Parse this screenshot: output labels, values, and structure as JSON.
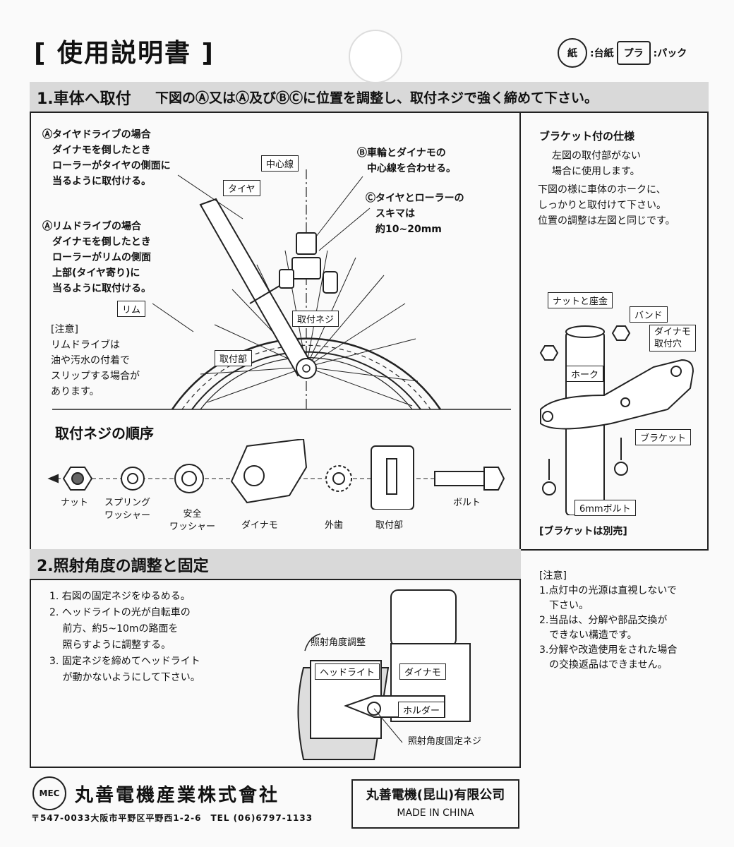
{
  "header": {
    "title": "[ 使用説明書 ]",
    "recycle": {
      "paper_mark": "紙",
      "paper_label": ":台紙",
      "plastic_mark": "プラ",
      "plastic_label": ":パック"
    }
  },
  "section1": {
    "title": "1.車体へ取付",
    "description": "下図のⒶ又はⒶ及びⒷⒸに位置を調整し、取付ネジで強く締めて下さい。",
    "note_a1": "Ⓐタイヤドライブの場合\n　ダイナモを倒したとき\n　ローラーがタイヤの側面に\n　当るように取付ける。",
    "note_a2": "Ⓐリムドライブの場合\n　ダイナモを倒したとき\n　ローラーがリムの側面\n　上部(タイヤ寄り)に\n　当るように取付ける。",
    "note_b": "Ⓑ車輪とダイナモの\n　中心線を合わせる。",
    "note_c": "Ⓒタイヤとローラーの\n　スキマは\n　約10~20mm",
    "caution": "[注意]\nリムドライブは\n油や汚水の付着で\nスリップする場合が\nあります。",
    "labels": {
      "center": "中心線",
      "tire": "タイヤ",
      "rim": "リム",
      "screw": "取付ネジ",
      "mount": "取付部"
    },
    "order_title": "取付ネジの順序",
    "order_items": [
      "ナット",
      "スプリング\nワッシャー",
      "安全\nワッシャー",
      "ダイナモ",
      "外歯",
      "取付部",
      "ボルト"
    ]
  },
  "bracket": {
    "title": "ブラケット付の仕様",
    "paren": "左図の取付部がない\n場合に使用します。",
    "body": "下図の様に車体のホークに、\nしっかりと取付けて下さい。\n位置の調整は左図と同じです。",
    "labels": {
      "nut": "ナットと座金",
      "band": "バンド",
      "dynamo_hole": "ダイナモ\n取付穴",
      "fork": "ホーク",
      "bracket": "ブラケット",
      "bolt": "6mmボルト"
    },
    "sold_separately": "[ブラケットは別売]"
  },
  "section2": {
    "title": "2.照射角度の調整と固定",
    "steps": "1.  右図の固定ネジをゆるめる。\n2.  ヘッドライトの光が自転車の\n　  前方、約5~10mの路面を\n　  照らすように調整する。\n3.  固定ネジを締めてヘッドライト\n　  が動かないようにして下さい。",
    "labels": {
      "angle_adjust": "照射角度調整",
      "headlight": "ヘッドライト",
      "dynamo": "ダイナモ",
      "holder": "ホルダー",
      "fix_screw": "照射角度固定ネジ"
    }
  },
  "caution2": "[注意]\n1.点灯中の光源は直視しないで\n　下さい。\n2.当品は、分解や部品交換が\n　できない構造です。\n3.分解や改造使用をされた場合\n　の交換返品はできません。",
  "footer": {
    "logo": "MEC",
    "company": "丸善電機産業株式會社",
    "address": "〒547-0033大阪市平野区平野西1-2-6　TEL (06)6797-1133",
    "maker": "丸善電機(昆山)有限公司",
    "made_in": "MADE IN CHINA"
  }
}
